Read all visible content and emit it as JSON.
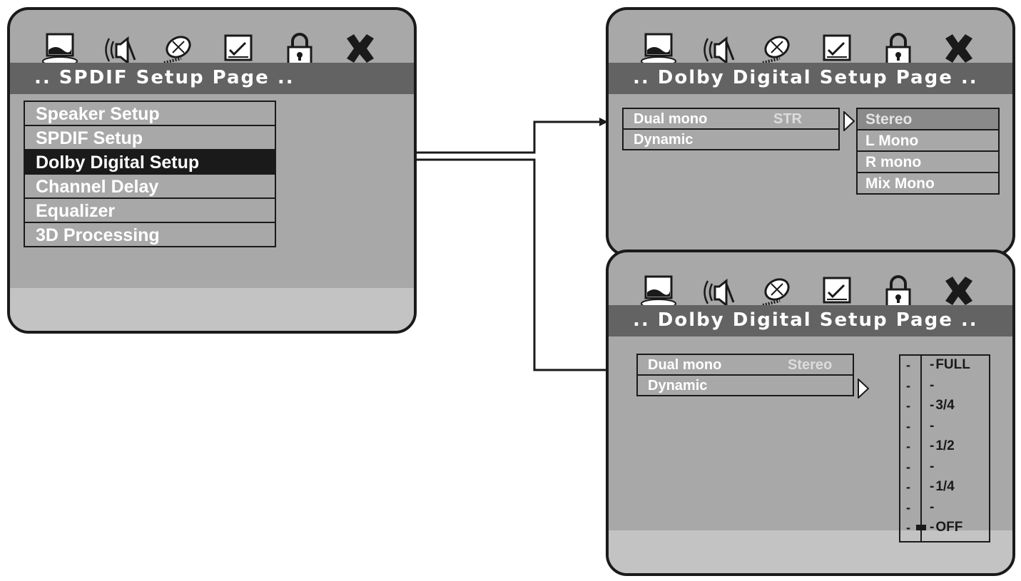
{
  "colors": {
    "panel_background": "#a8a8a8",
    "title_bar": "#636363",
    "footer_strip": "#c3c3c3",
    "selection": "#1a1a1a",
    "text": "#ffffff"
  },
  "icons": [
    "monitor-icon",
    "speaker-icon",
    "satellite-icon",
    "checklist-icon",
    "padlock-icon",
    "exit-x-icon"
  ],
  "main_panel": {
    "title": ".. SPDIF  Setup  Page ..",
    "menu": [
      {
        "label": "Speaker Setup"
      },
      {
        "label": "SPDIF Setup"
      },
      {
        "label": "Dolby Digital Setup",
        "selected": true
      },
      {
        "label": "Channel Delay"
      },
      {
        "label": "Equalizer"
      },
      {
        "label": "3D Processing"
      }
    ]
  },
  "dual_mono_panel": {
    "title": ".. Dolby Digital Setup  Page ..",
    "menu": [
      {
        "label": "Dual mono",
        "value": "STR"
      },
      {
        "label": "Dynamic",
        "value": ""
      }
    ],
    "options": [
      {
        "label": "Stereo",
        "selected": true
      },
      {
        "label": "L Mono"
      },
      {
        "label": "R mono"
      },
      {
        "label": "Mix Mono"
      }
    ]
  },
  "dynamic_panel": {
    "title": ".. Dolby Digital Setup  Page ..",
    "menu": [
      {
        "label": "Dual mono",
        "value": "Stereo"
      },
      {
        "label": "Dynamic",
        "value": ""
      }
    ],
    "scale": {
      "labels": [
        "FULL",
        "",
        "3/4",
        "",
        "1/2",
        "",
        "1/4",
        "",
        "OFF"
      ],
      "current_level": "OFF",
      "level_fraction": 0
    }
  }
}
